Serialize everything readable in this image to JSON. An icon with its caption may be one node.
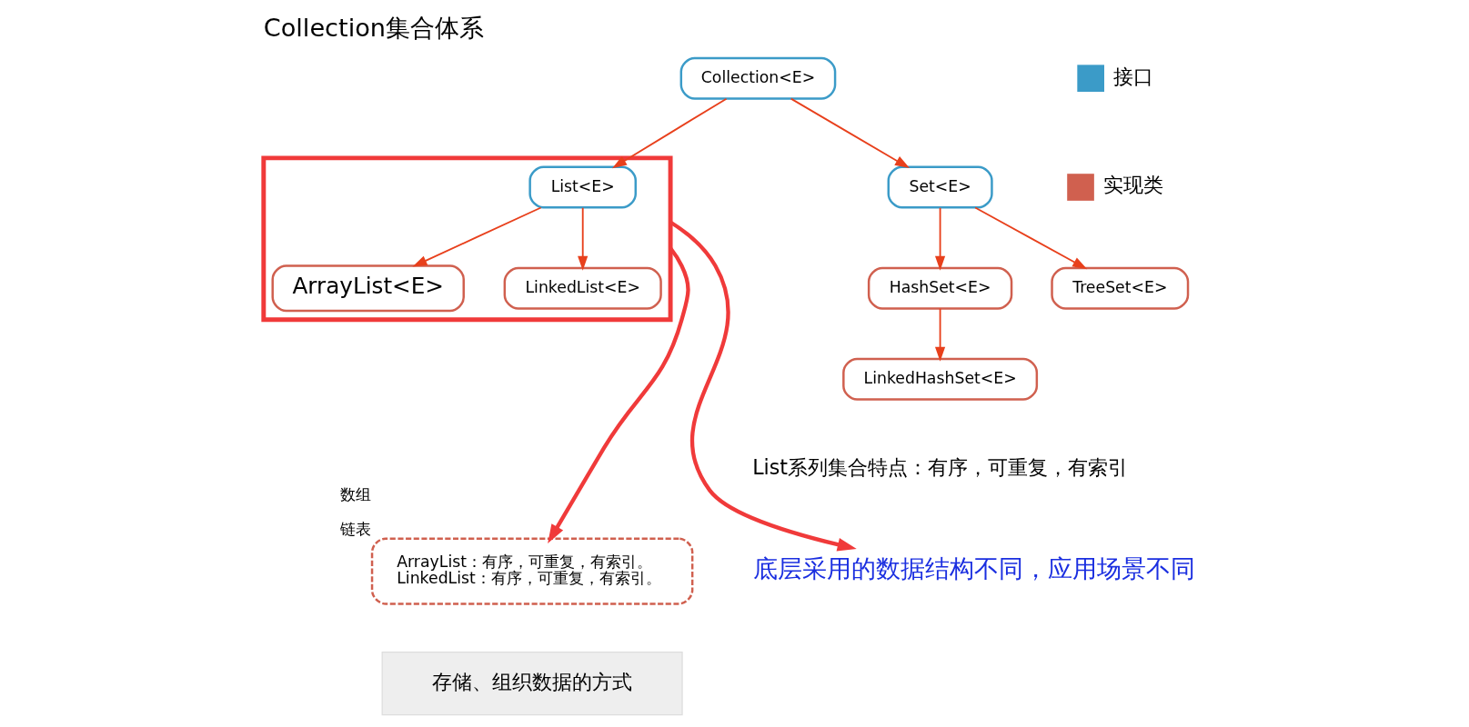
{
  "diagram": {
    "title": "Collection集合体系",
    "nodes": [
      {
        "text": [
          "Collection<E>"
        ]
      },
      {
        "text": [],
        "shape": "box"
      },
      {
        "text": [
          "List<E>"
        ],
        "in": 1
      },
      {
        "text": [
          "ArrayList<E>"
        ],
        "in": 1
      },
      {
        "text": [
          "LinkedList<E>"
        ],
        "in": 1
      },
      {
        "text": [
          "Set<E>"
        ]
      },
      {
        "text": [
          "HashSet<E>"
        ]
      },
      {
        "text": [
          "TreeSet<E>"
        ]
      },
      {
        "text": [
          "LinkedHashSet<E>"
        ]
      },
      {
        "text": [
          "ArrayList：有序，可重复，有索引。",
          "LinkedList：有序，可重复，有索引。"
        ],
        "beside": [
          "数组",
          "链表"
        ]
      },
      {
        "text": [
          "底层采用的数据结构不同，应用场景不同"
        ]
      },
      {
        "text": [
          "存储、组织数据的方式"
        ]
      }
    ],
    "edges": [
      {
        "from": 0,
        "to": 2,
        "arrow": "to"
      },
      {
        "from": 0,
        "to": 5,
        "arrow": "to"
      },
      {
        "from": 2,
        "to": 3,
        "arrow": "to"
      },
      {
        "from": 2,
        "to": 4,
        "arrow": "to"
      },
      {
        "from": 5,
        "to": 6,
        "arrow": "to"
      },
      {
        "from": 5,
        "to": 7,
        "arrow": "to"
      },
      {
        "from": 6,
        "to": 8,
        "arrow": "to"
      },
      {
        "from": 1,
        "to": 9,
        "arrow": "to",
        "style": "thick",
        "color": "#f03a3a"
      },
      {
        "from": 1,
        "to": 10,
        "arrow": "to",
        "style": "thick",
        "color": "#f03a3a"
      }
    ],
    "labels": [
      "List系列集合特点：有序，可重复，有索引"
    ],
    "legend": [
      {
        "text": "接口",
        "color": "#3b9bc8"
      },
      {
        "text": "实现类",
        "color": "#d0604f"
      }
    ]
  }
}
